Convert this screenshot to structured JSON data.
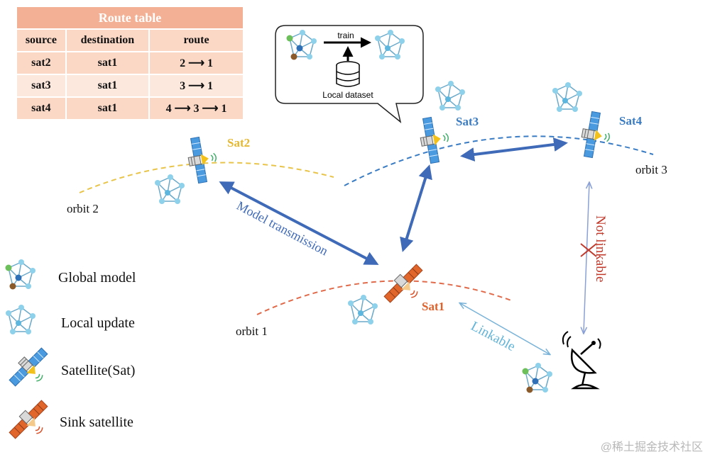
{
  "route_table": {
    "title": "Route table",
    "columns": [
      "source",
      "destination",
      "route"
    ],
    "rows": [
      {
        "source": "sat2",
        "destination": "sat1",
        "route": "2 ⟶ 1"
      },
      {
        "source": "sat3",
        "destination": "sat1",
        "route": "3 ⟶ 1"
      },
      {
        "source": "sat4",
        "destination": "sat1",
        "route": "4 ⟶ 3 ⟶ 1"
      }
    ]
  },
  "callout": {
    "train_label": "train",
    "dataset_label": "Local dataset"
  },
  "satellites": {
    "sat1": "Sat1",
    "sat2": "Sat2",
    "sat3": "Sat3",
    "sat4": "Sat4"
  },
  "orbits": {
    "orbit1": "orbit 1",
    "orbit2": "orbit 2",
    "orbit3": "orbit 3"
  },
  "links": {
    "model_transmission": "Model transmission",
    "not_linkable": "Not linkable",
    "linkable": "Linkable"
  },
  "legend": {
    "global_model": "Global model",
    "local_update": "Local update",
    "satellite": "Satellite(Sat)",
    "sink_satellite": "Sink satellite"
  },
  "watermark": "@稀土掘金技术社区",
  "colors": {
    "sat1": "#e0602a",
    "sat2": "#e6b830",
    "sat3": "#3a7cc4",
    "sat4": "#3a7cc4",
    "arrow": "#3f6ab8",
    "not_linkable": "#c0392b",
    "linkable": "#5fb3d9"
  }
}
